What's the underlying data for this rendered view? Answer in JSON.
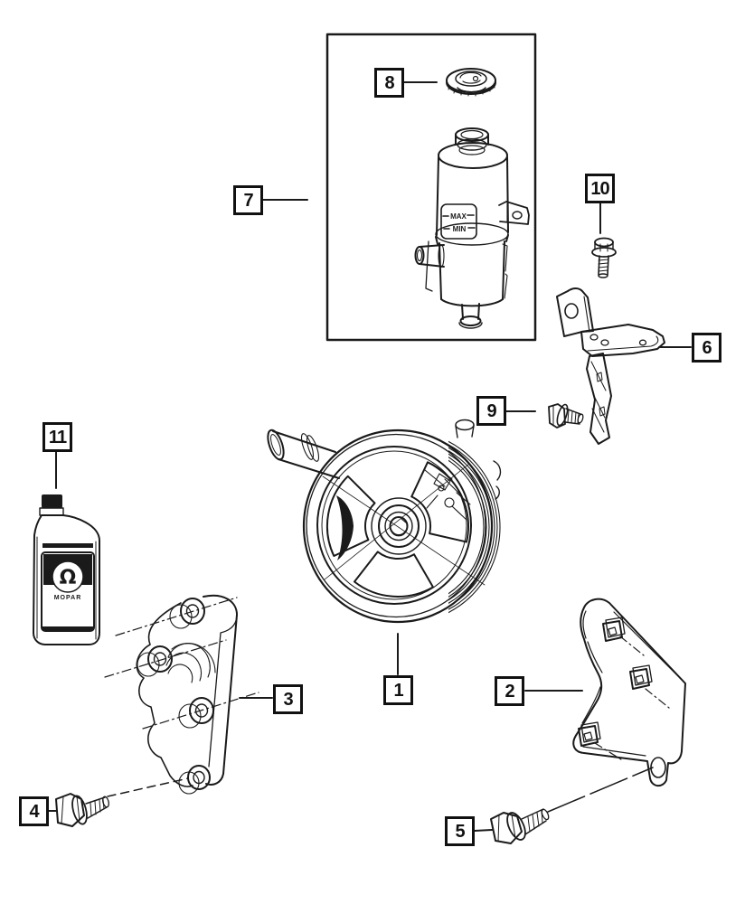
{
  "diagram": {
    "kind": "exploded-parts-line-drawing",
    "subject": "power-steering-pump-and-reservoir",
    "background_color": "#ffffff",
    "line_color": "#1a1a1a"
  },
  "callouts": [
    {
      "label": "1",
      "part": "power-steering-pump-with-pulley"
    },
    {
      "label": "2",
      "part": "mounting-bracket-right"
    },
    {
      "label": "3",
      "part": "mounting-bracket-left"
    },
    {
      "label": "4",
      "part": "hex-flange-bolt"
    },
    {
      "label": "5",
      "part": "hex-flange-bolt"
    },
    {
      "label": "6",
      "part": "reservoir-support-bracket"
    },
    {
      "label": "7",
      "part": "fluid-reservoir"
    },
    {
      "label": "8",
      "part": "reservoir-cap"
    },
    {
      "label": "9",
      "part": "hex-flange-bolt"
    },
    {
      "label": "10",
      "part": "hex-flange-bolt"
    },
    {
      "label": "11",
      "part": "power-steering-fluid-bottle"
    }
  ],
  "reservoir": {
    "max_label": "MAX",
    "min_label": "MIN"
  },
  "bottle": {
    "brand": "MOPAR",
    "logo_glyph": "Ω"
  }
}
